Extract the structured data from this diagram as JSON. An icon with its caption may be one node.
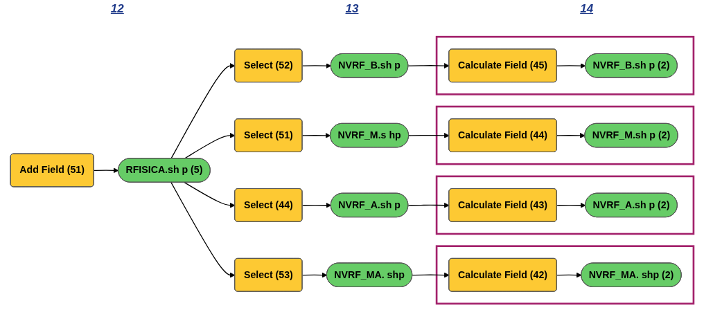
{
  "diagram": {
    "nodes": [
      {
        "text": [
          "Add Field (51)"
        ]
      },
      {
        "text": [
          "RFISICA.sh p (5)"
        ]
      },
      {
        "text": [
          "Select (53)"
        ]
      },
      {
        "text": [
          "NVRF_MA. shp"
        ]
      },
      {
        "text": [],
        "shape": "box"
      },
      {
        "text": [
          "Calculate Field (42)"
        ],
        "in": 4
      },
      {
        "text": [
          "NVRF_MA. shp (2)"
        ],
        "in": 4
      },
      {
        "text": [
          "Select (44)"
        ]
      },
      {
        "text": [
          "NVRF_A.sh p"
        ]
      },
      {
        "text": [],
        "shape": "box"
      },
      {
        "text": [
          "Calculate Field (43)"
        ],
        "in": 9
      },
      {
        "text": [
          "NVRF_A.sh p (2)"
        ],
        "in": 9
      },
      {
        "text": [
          "Select (51)"
        ]
      },
      {
        "text": [
          "NVRF_M.s hp"
        ]
      },
      {
        "text": [],
        "shape": "box"
      },
      {
        "text": [
          "Calculate Field (44)"
        ],
        "in": 14
      },
      {
        "text": [
          "NVRF_M.sh p (2)"
        ],
        "in": 14
      },
      {
        "text": [
          "Select (52)"
        ]
      },
      {
        "text": [
          "NVRF_B.sh p"
        ]
      },
      {
        "text": [],
        "shape": "box"
      },
      {
        "text": [
          "Calculate Field (45)"
        ],
        "in": 19
      },
      {
        "text": [
          "NVRF_B.sh p (2)"
        ],
        "in": 19
      }
    ],
    "edges": [
      {
        "from": 0,
        "to": 1,
        "arrow": "to"
      },
      {
        "from": 1,
        "to": 2,
        "arrow": "to"
      },
      {
        "from": 1,
        "to": 7,
        "arrow": "to"
      },
      {
        "from": 1,
        "to": 12,
        "arrow": "to"
      },
      {
        "from": 1,
        "to": 17,
        "arrow": "to"
      },
      {
        "from": 2,
        "to": 3,
        "arrow": "to"
      },
      {
        "from": 3,
        "to": 5,
        "arrow": "to"
      },
      {
        "from": 5,
        "to": 6,
        "arrow": "to"
      },
      {
        "from": 7,
        "to": 8,
        "arrow": "to"
      },
      {
        "from": 8,
        "to": 10,
        "arrow": "to"
      },
      {
        "from": 10,
        "to": 11,
        "arrow": "to"
      },
      {
        "from": 12,
        "to": 13,
        "arrow": "to"
      },
      {
        "from": 13,
        "to": 15,
        "arrow": "to"
      },
      {
        "from": 15,
        "to": 16,
        "arrow": "to"
      },
      {
        "from": 17,
        "to": 18,
        "arrow": "to"
      },
      {
        "from": 18,
        "to": 20,
        "arrow": "to"
      },
      {
        "from": 20,
        "to": 21,
        "arrow": "to"
      }
    ],
    "labels": [
      "12",
      "13",
      "14"
    ]
  }
}
